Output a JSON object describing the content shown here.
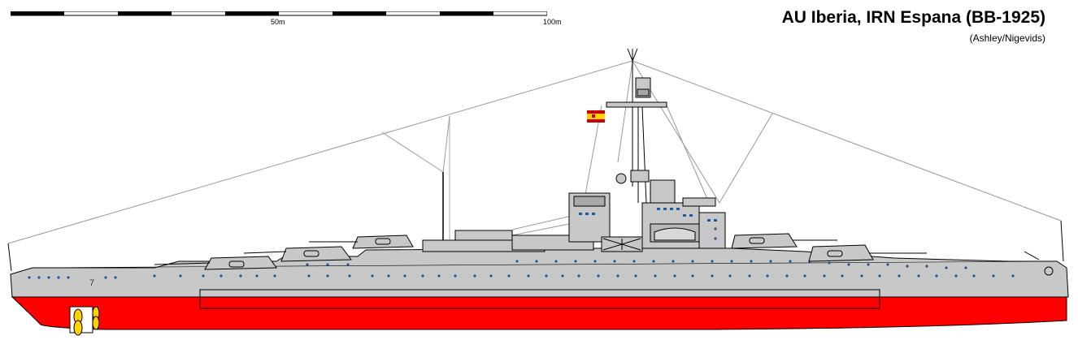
{
  "header": {
    "title": "AU Iberia, IRN Espana (BB-1925)",
    "credit": "(Ashley/Nigevids)"
  },
  "scale": {
    "mid_label": "50m",
    "end_label": "100m"
  },
  "colors": {
    "hull": "#c8c8c8",
    "antifouling": "#ff0000",
    "outline": "#000000",
    "porthole": "#1e5aa8",
    "propeller": "#ffd200",
    "flag_red": "#c80000",
    "flag_yellow": "#ffd200"
  }
}
